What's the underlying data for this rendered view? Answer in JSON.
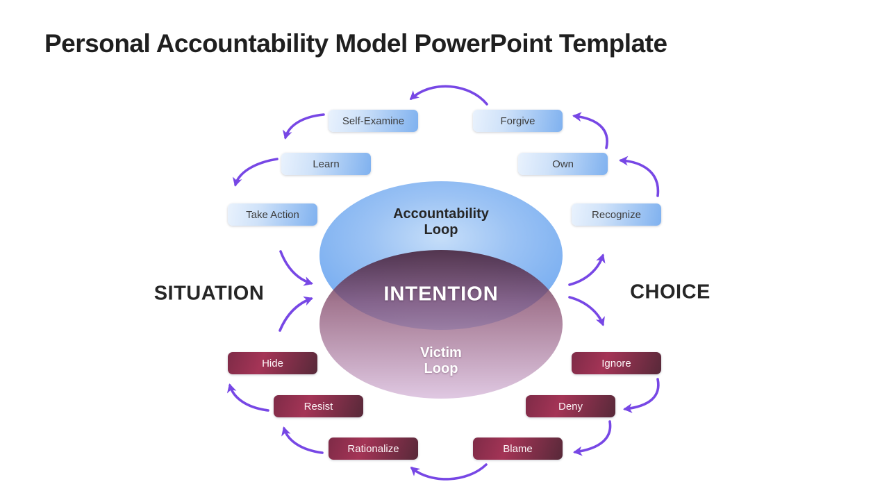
{
  "title": "Personal Accountability Model PowerPoint Template",
  "diagram": {
    "situation_label": "SITUATION",
    "choice_label": "CHOICE",
    "intention_label": "INTENTION",
    "accountability_loop": {
      "line1": "Accountability",
      "line2": "Loop"
    },
    "victim_loop": {
      "line1": "Victim",
      "line2": "Loop"
    },
    "accountability_steps": [
      "Self-Examine",
      "Forgive",
      "Learn",
      "Own",
      "Take Action",
      "Recognize"
    ],
    "victim_steps": [
      "Hide",
      "Ignore",
      "Resist",
      "Deny",
      "Rationalize",
      "Blame"
    ],
    "colors": {
      "arrow": "#7747E5",
      "blue_box_light": "#E9F2FD",
      "blue_box_dark": "#7FB1EF",
      "maroon_box_bright": "#A43456",
      "maroon_box_dark": "#572939",
      "accountability_ellipse_blue": "#79AEF1",
      "victim_ellipse_dark": "#3E162E",
      "victim_ellipse_light": "#DDC4E0",
      "title_text": "#1F1F1F"
    }
  }
}
